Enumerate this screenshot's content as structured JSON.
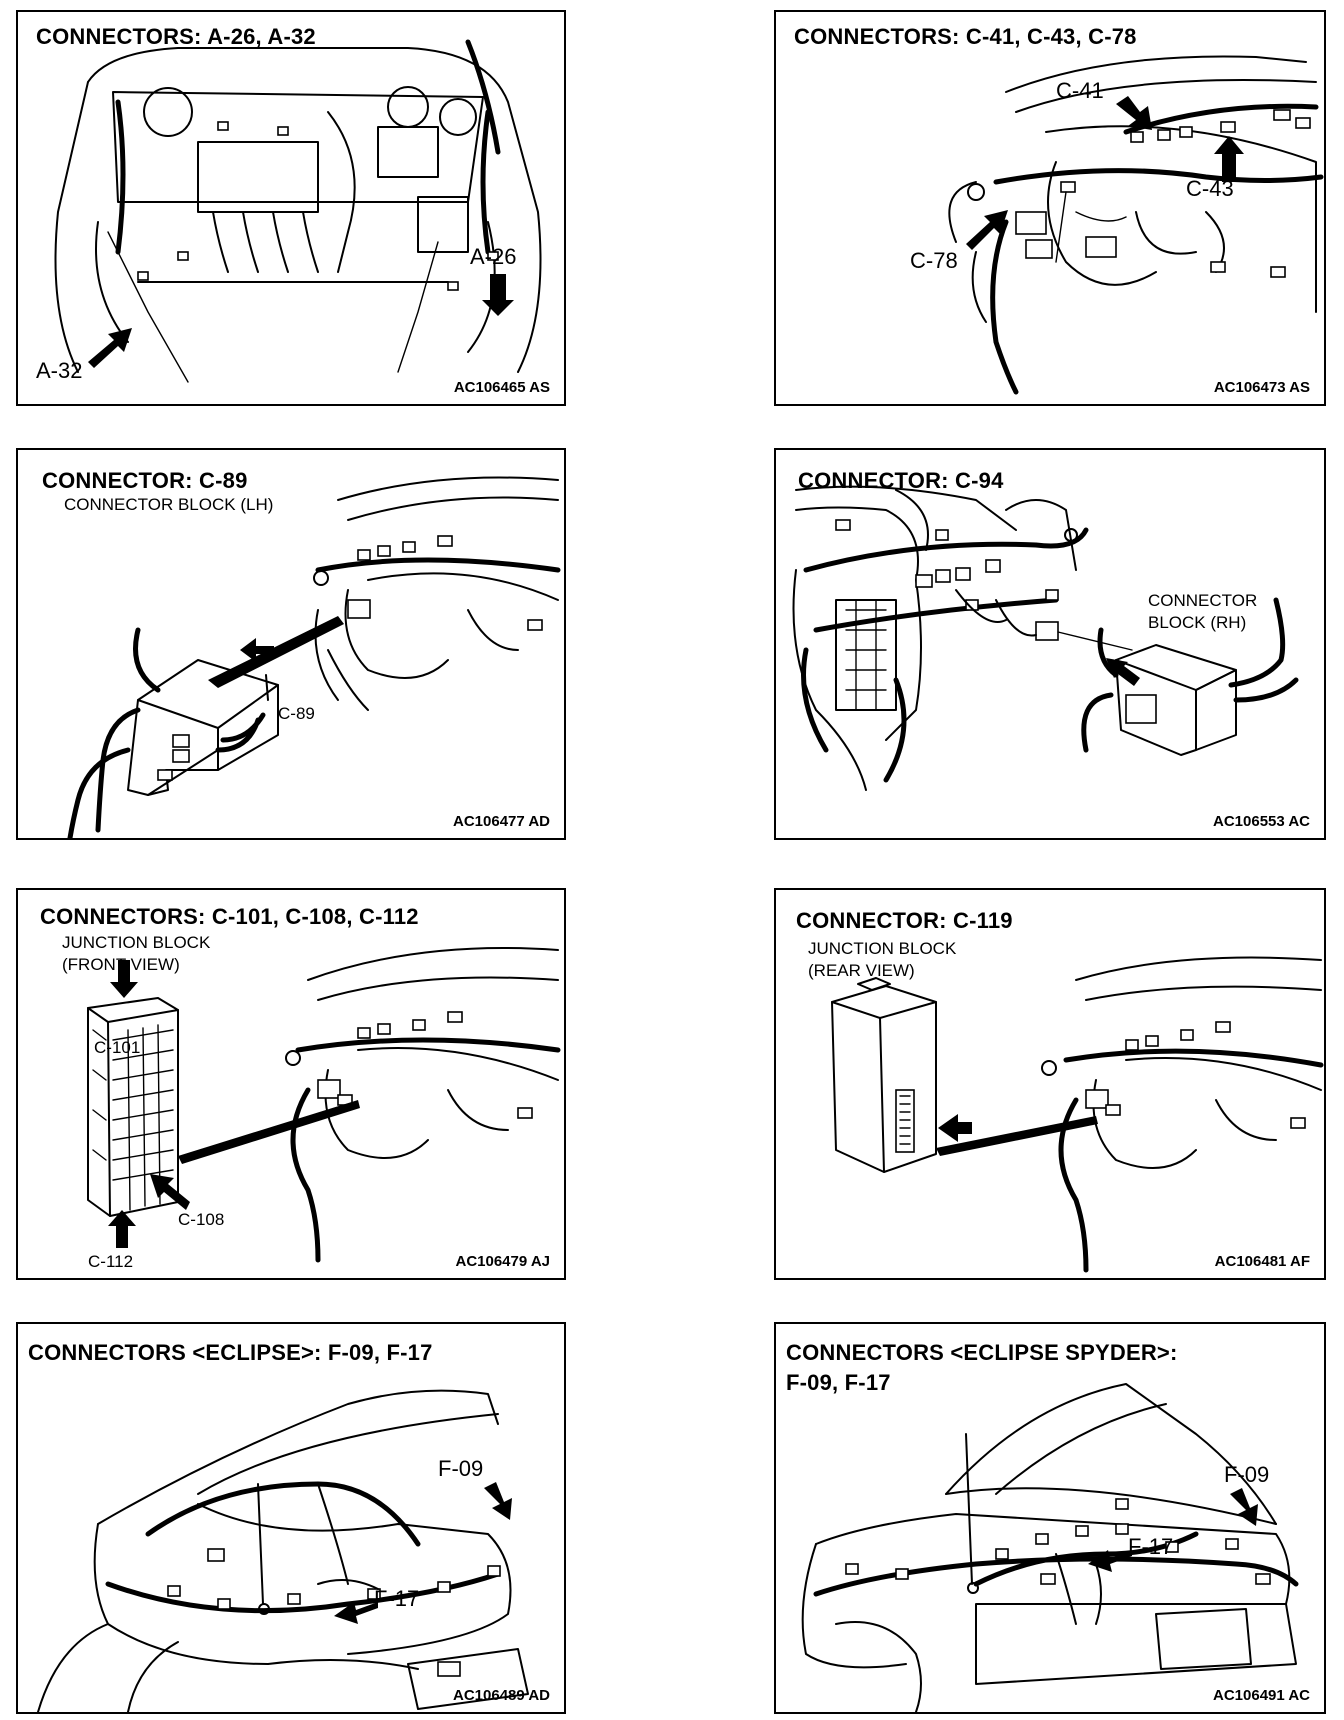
{
  "panels": [
    {
      "title": "CONNECTORS: A-26, A-32",
      "code": "AC106465 AS",
      "labels": [
        "A-26",
        "A-32"
      ]
    },
    {
      "title": "CONNECTORS: C-41, C-43, C-78",
      "code": "AC106473 AS",
      "labels": [
        "C-41",
        "C-43",
        "C-78"
      ]
    },
    {
      "title": "CONNECTOR: C-89",
      "subtitle": [
        "CONNECTOR BLOCK (LH)"
      ],
      "code": "AC106477 AD",
      "labels": [
        "C-89"
      ]
    },
    {
      "title": "CONNECTOR: C-94",
      "subtitle": [
        "CONNECTOR",
        "BLOCK (RH)"
      ],
      "code": "AC106553 AC",
      "labels": []
    },
    {
      "title": "CONNECTORS: C-101, C-108, C-112",
      "subtitle": [
        "JUNCTION BLOCK",
        "(FRONT VIEW)"
      ],
      "code": "AC106479 AJ",
      "labels": [
        "C-101",
        "C-108",
        "C-112"
      ]
    },
    {
      "title": "CONNECTOR: C-119",
      "subtitle": [
        "JUNCTION BLOCK",
        "(REAR VIEW)"
      ],
      "code": "AC106481 AF",
      "labels": []
    },
    {
      "title": "CONNECTORS <ECLIPSE>: F-09, F-17",
      "code": "AC106489 AD",
      "labels": [
        "F-09",
        "F-17"
      ]
    },
    {
      "title_lines": [
        "CONNECTORS <ECLIPSE SPYDER>:",
        "F-09, F-17"
      ],
      "code": "AC106491 AC",
      "labels": [
        "F-09",
        "F-17"
      ]
    }
  ]
}
